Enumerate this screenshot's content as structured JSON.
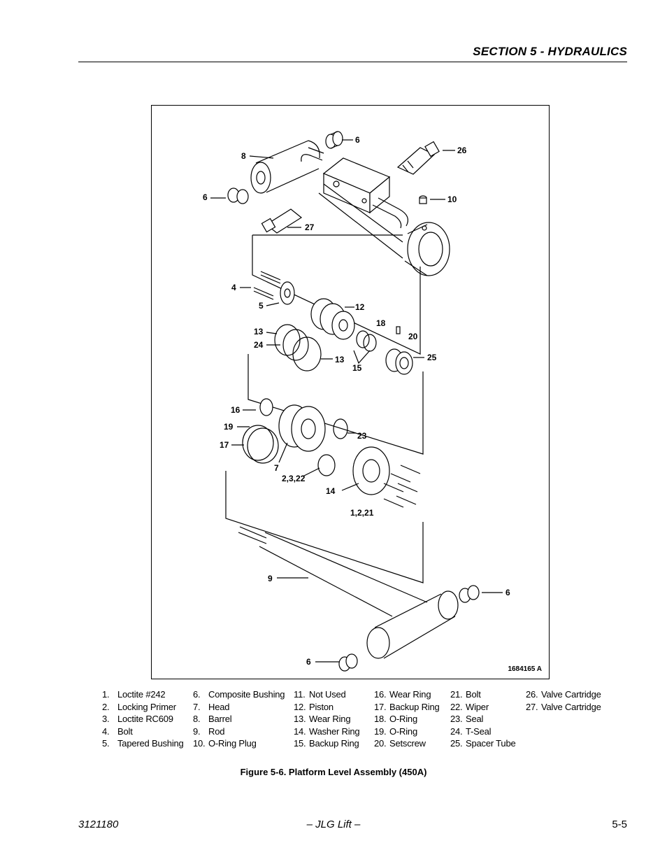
{
  "header": {
    "section_title": "SECTION 5 - HYDRAULICS"
  },
  "figure": {
    "drawing_id": "1684165 A",
    "callouts": {
      "c8": "8",
      "c6a": "6",
      "c26": "26",
      "c6b": "6",
      "c10": "10",
      "c27": "27",
      "c4": "4",
      "c5": "5",
      "c12": "12",
      "c18": "18",
      "c13a": "13",
      "c20": "20",
      "c24": "24",
      "c25": "25",
      "c13b": "13",
      "c15": "15",
      "c16": "16",
      "c19": "19",
      "c23": "23",
      "c17": "17",
      "c7": "7",
      "c2322": "2,3,22",
      "c14": "14",
      "c1221": "1,2,21",
      "c9": "9",
      "c6c": "6",
      "c6d": "6"
    }
  },
  "legend": [
    [
      {
        "num": "1.",
        "label": "Loctite #242"
      },
      {
        "num": "2.",
        "label": "Locking Primer"
      },
      {
        "num": "3.",
        "label": "Loctite RC609"
      },
      {
        "num": "4.",
        "label": "Bolt"
      },
      {
        "num": "5.",
        "label": "Tapered Bushing"
      }
    ],
    [
      {
        "num": "6.",
        "label": "Composite Bushing"
      },
      {
        "num": "7.",
        "label": "Head"
      },
      {
        "num": "8.",
        "label": "Barrel"
      },
      {
        "num": "9.",
        "label": "Rod"
      },
      {
        "num": "10.",
        "label": "O-Ring Plug"
      }
    ],
    [
      {
        "num": "11.",
        "label": "Not Used"
      },
      {
        "num": "12.",
        "label": "Piston"
      },
      {
        "num": "13.",
        "label": "Wear Ring"
      },
      {
        "num": "14.",
        "label": "Washer Ring"
      },
      {
        "num": "15.",
        "label": "Backup Ring"
      }
    ],
    [
      {
        "num": "16.",
        "label": "Wear Ring"
      },
      {
        "num": "17.",
        "label": "Backup Ring"
      },
      {
        "num": "18.",
        "label": "O-Ring"
      },
      {
        "num": "19.",
        "label": "O-Ring"
      },
      {
        "num": "20.",
        "label": "Setscrew"
      }
    ],
    [
      {
        "num": "21.",
        "label": "Bolt"
      },
      {
        "num": "22.",
        "label": "Wiper"
      },
      {
        "num": "23.",
        "label": "Seal"
      },
      {
        "num": "24.",
        "label": "T-Seal"
      },
      {
        "num": "25.",
        "label": "Spacer Tube"
      }
    ],
    [
      {
        "num": "26.",
        "label": "Valve Cartridge"
      },
      {
        "num": "27.",
        "label": "Valve Cartridge"
      }
    ]
  ],
  "caption": "Figure 5-6.  Platform Level Assembly (450A)",
  "footer": {
    "doc_number": "3121180",
    "center": "– JLG Lift –",
    "page": "5-5"
  }
}
